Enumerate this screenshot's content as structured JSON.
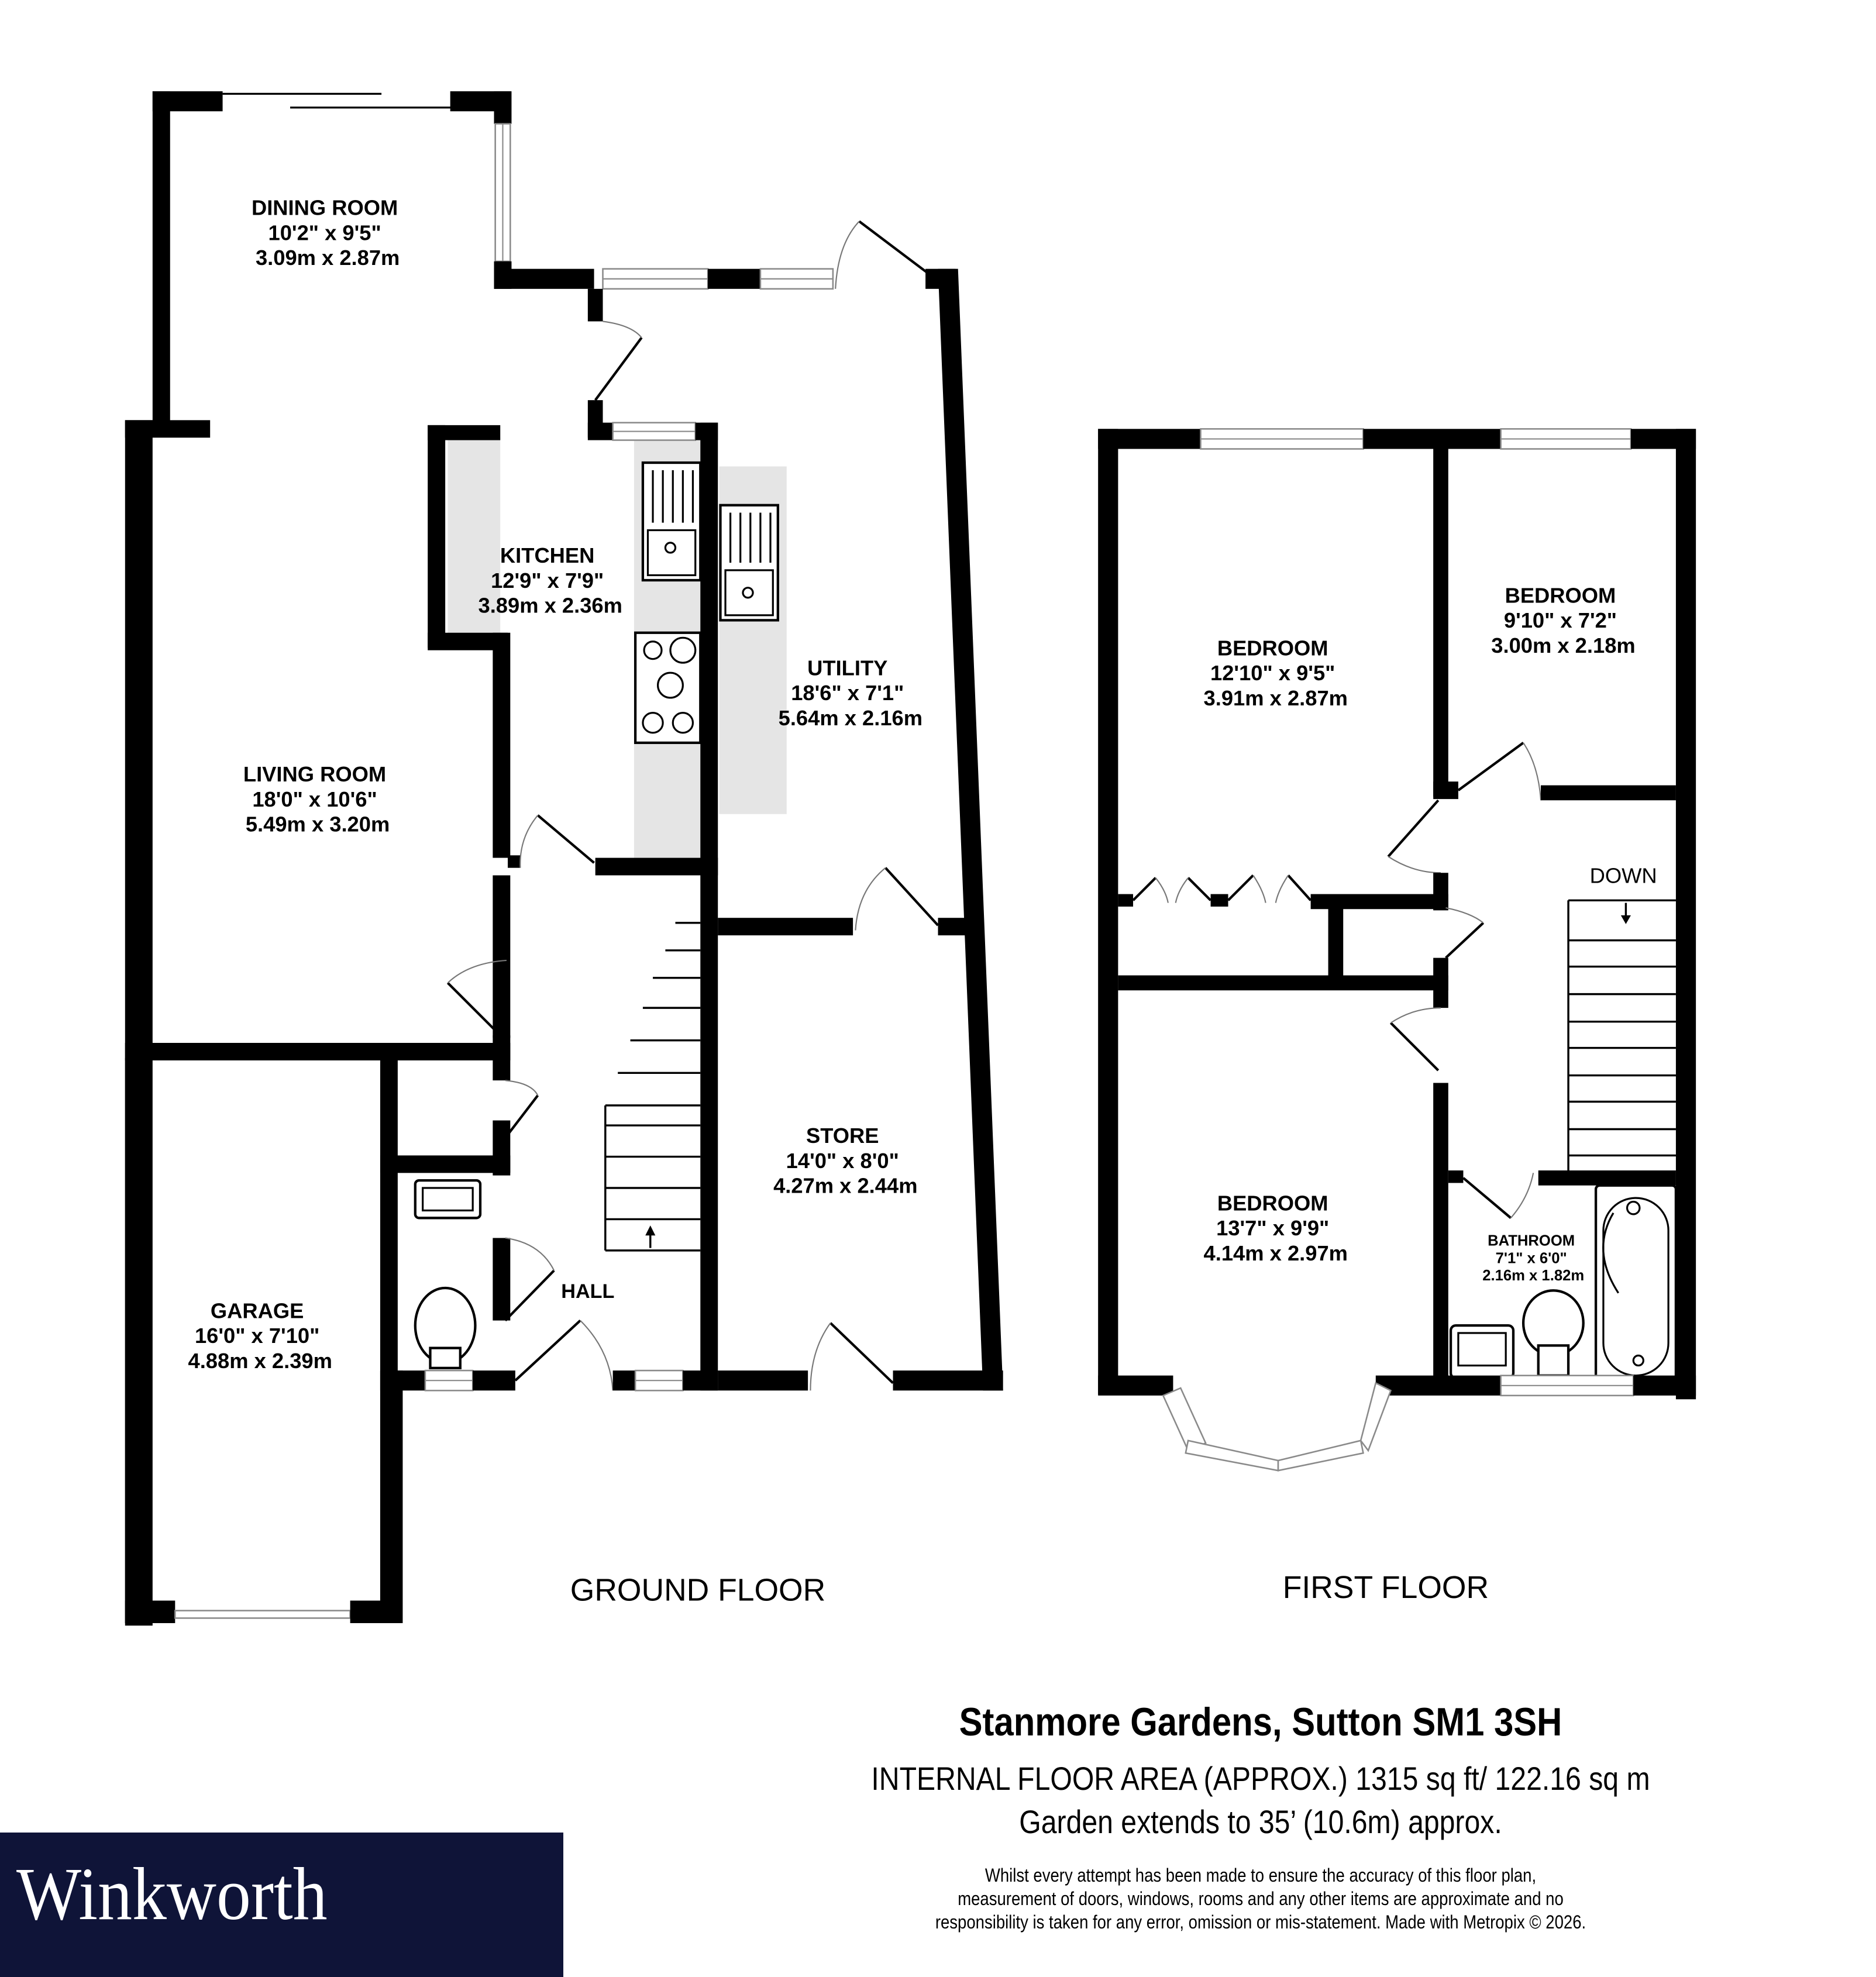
{
  "floors": {
    "ground": {
      "label": "GROUND FLOOR",
      "rooms": [
        {
          "id": "dining",
          "name": "DINING ROOM",
          "imperial": "10'2\"  x 9'5\"",
          "metric": "3.09m  x 2.87m"
        },
        {
          "id": "kitchen",
          "name": "KITCHEN",
          "imperial": "12'9\"  x 7'9\"",
          "metric": "3.89m  x 2.36m"
        },
        {
          "id": "utility",
          "name": "UTILITY",
          "imperial": "18'6\"  x 7'1\"",
          "metric": "5.64m  x 2.16m"
        },
        {
          "id": "living",
          "name": "LIVING ROOM",
          "imperial": "18'0\"  x 10'6\"",
          "metric": "5.49m  x 3.20m"
        },
        {
          "id": "store",
          "name": "STORE",
          "imperial": "14'0\"  x 8'0\"",
          "metric": "4.27m  x 2.44m"
        },
        {
          "id": "garage",
          "name": "GARAGE",
          "imperial": "16'0\"  x 7'10\"",
          "metric": "4.88m  x 2.39m"
        },
        {
          "id": "hall",
          "name": "HALL"
        }
      ]
    },
    "first": {
      "label": "FIRST FLOOR",
      "stairs_label": "DOWN",
      "rooms": [
        {
          "id": "bedroom1",
          "name": "BEDROOM",
          "imperial": "12'10\"  x 9'5\"",
          "metric": "3.91m  x 2.87m"
        },
        {
          "id": "bedroom2",
          "name": "BEDROOM",
          "imperial": "9'10\"  x 7'2\"",
          "metric": "3.00m  x 2.18m"
        },
        {
          "id": "bedroom3",
          "name": "BEDROOM",
          "imperial": "13'7\"  x 9'9\"",
          "metric": "4.14m  x 2.97m"
        },
        {
          "id": "bathroom",
          "name": "BATHROOM",
          "imperial": "7'1\"  x 6'0\"",
          "metric": "2.16m  x 1.82m"
        }
      ]
    }
  },
  "property": {
    "address": "Stanmore Gardens, Sutton SM1 3SH",
    "internal_area": "INTERNAL FLOOR AREA (APPROX.) 1315 sq ft/ 122.16 sq m",
    "garden": "Garden extends to 35’ (10.6m) approx.",
    "disclaimer_lines": [
      "Whilst every attempt has been made to ensure the accuracy of this floor plan,",
      "measurement of doors, windows, rooms and any other items are approximate and no",
      "responsibility is taken for any error, omission or mis-statement. Made with Metropix © 2026."
    ]
  },
  "brand": {
    "name": "Winkworth",
    "background_color": "#0f1438",
    "text_color": "#ffffff"
  },
  "colors": {
    "wall": "#000000",
    "counter": "#e5e5e5",
    "window": "#8a8a8a"
  }
}
